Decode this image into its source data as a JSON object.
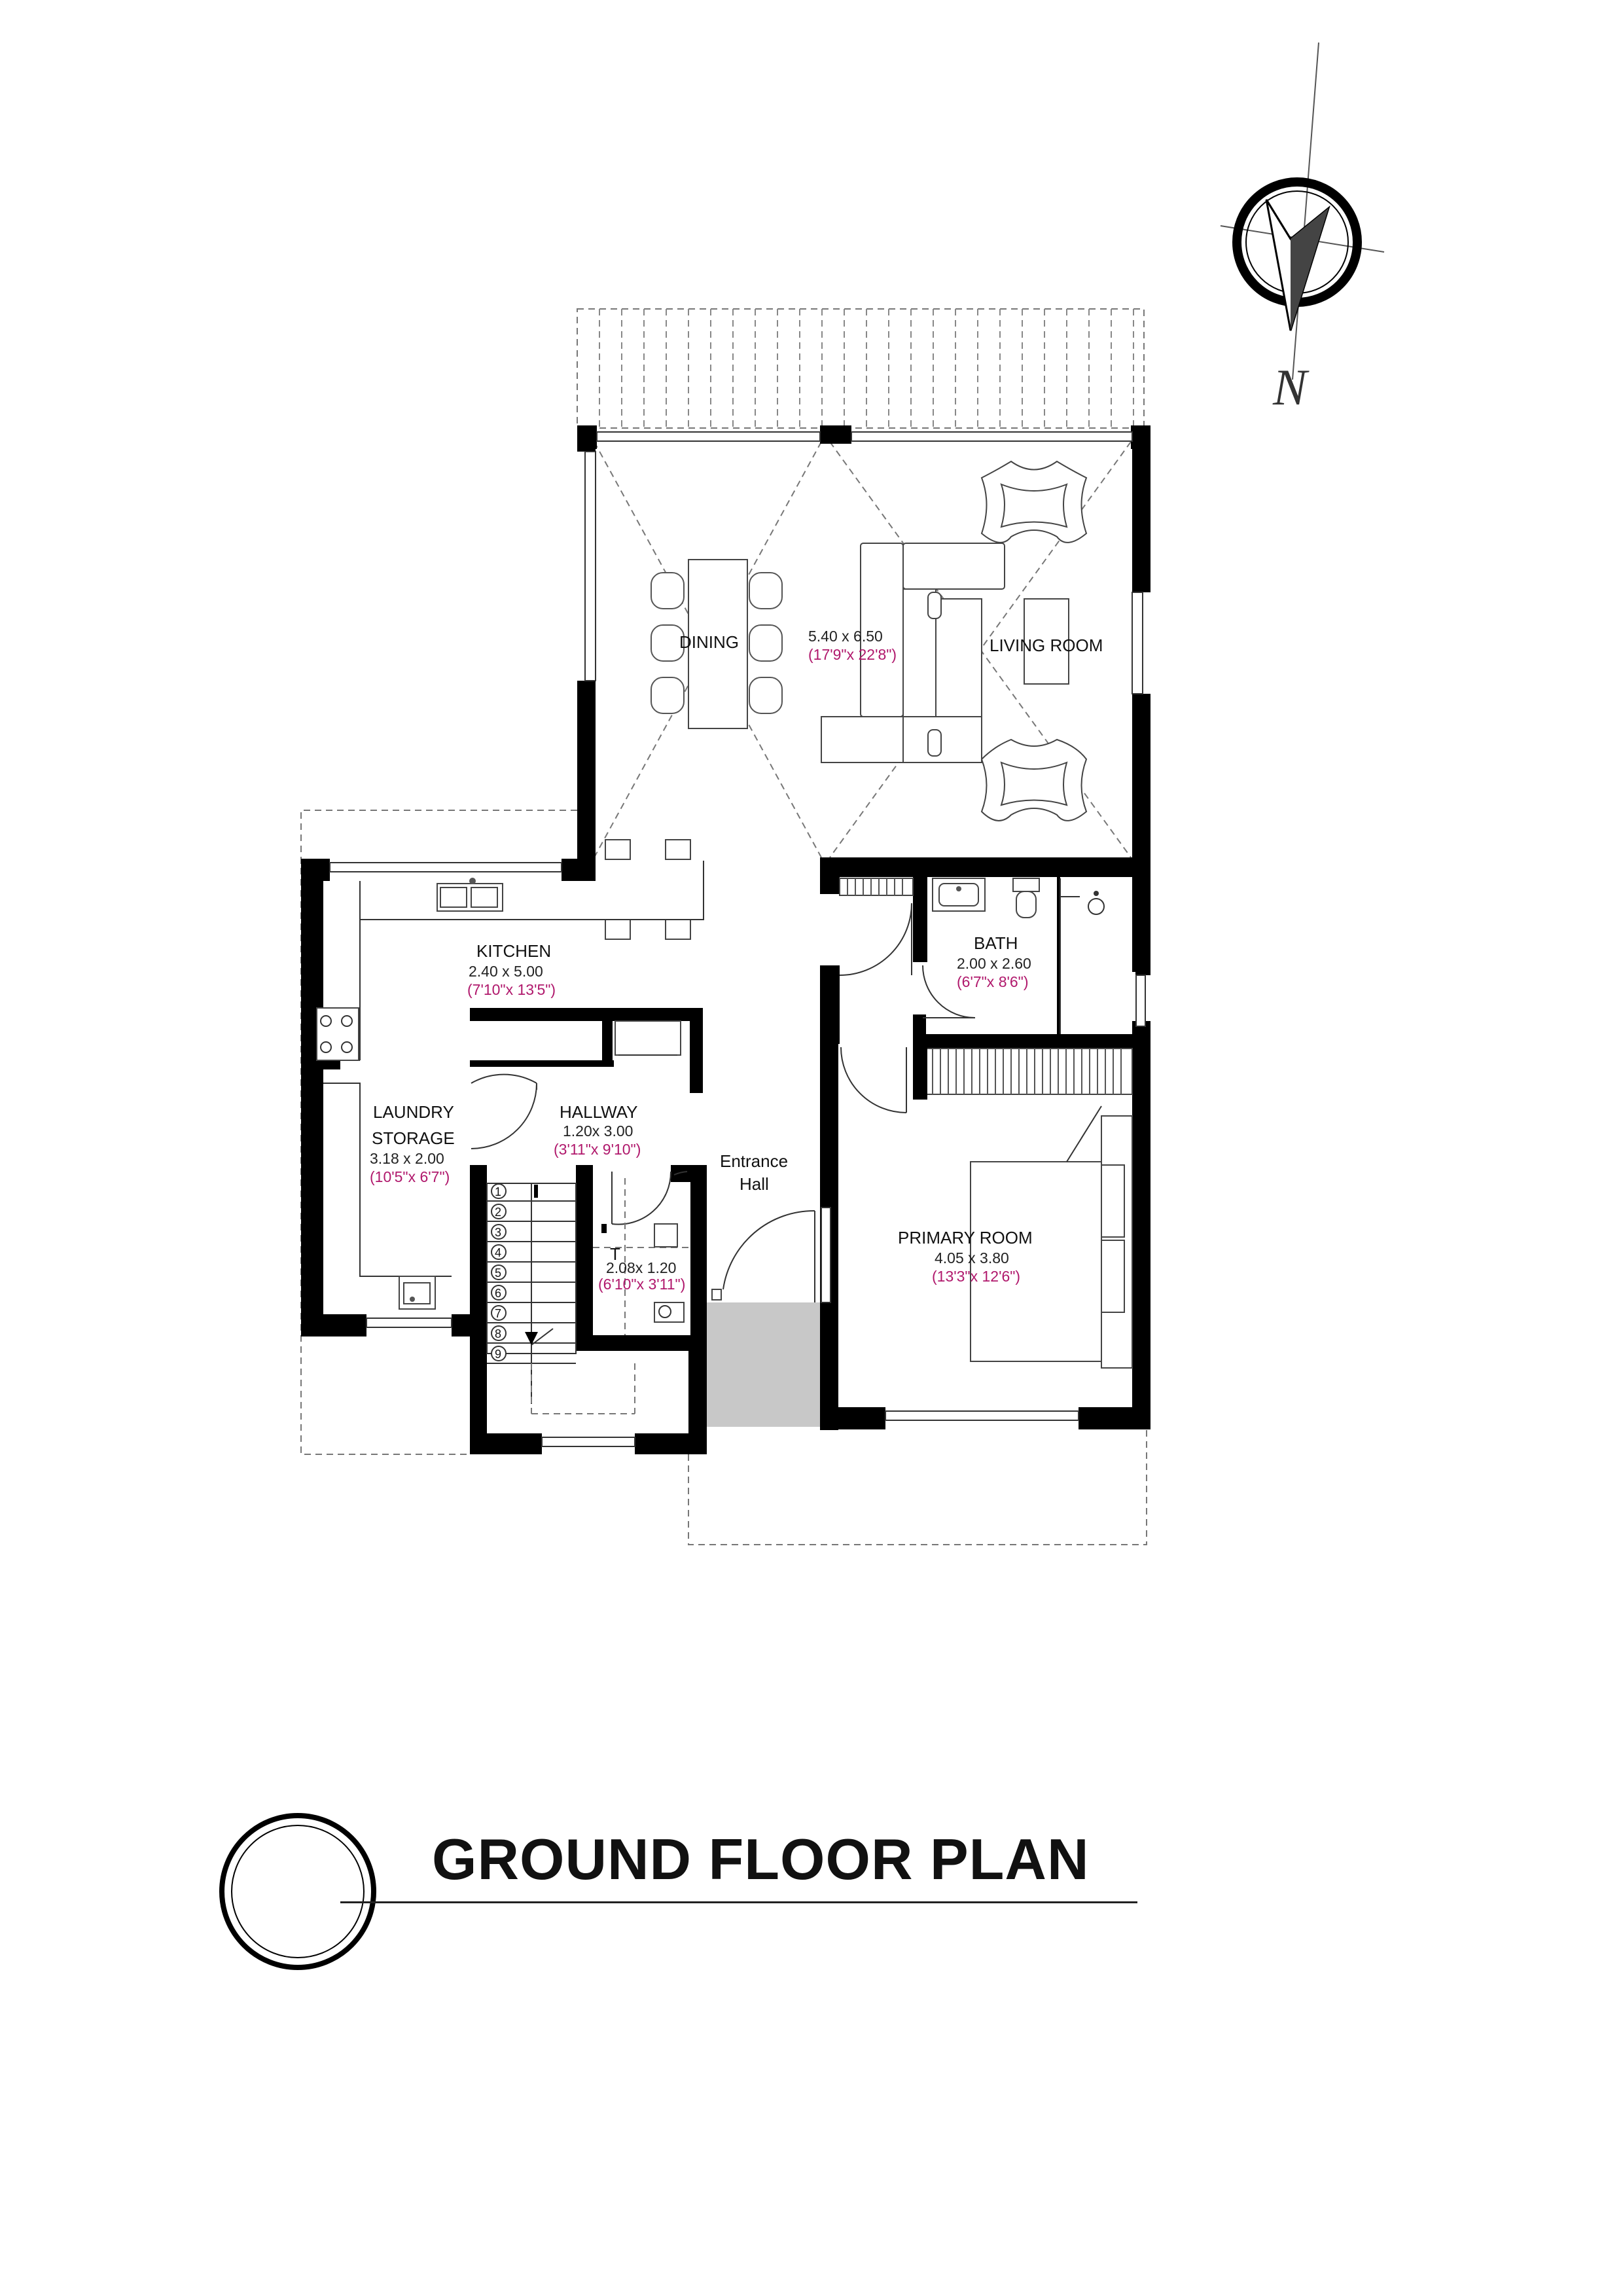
{
  "title": "GROUND FLOOR PLAN",
  "north_label": "N",
  "rooms": {
    "dining": {
      "name": "DINING"
    },
    "living": {
      "name": "LIVING ROOM",
      "dim_metric": "5.40 x 6.50",
      "dim_imperial": "(17'9\"x 22'8\")"
    },
    "kitchen": {
      "name": "KITCHEN",
      "dim_metric": "2.40 x 5.00",
      "dim_imperial": "(7'10\"x 13'5\")"
    },
    "bath": {
      "name": "BATH",
      "dim_metric": "2.00 x 2.60",
      "dim_imperial": "(6'7\"x 8'6\")"
    },
    "laundry": {
      "name_line1": "LAUNDRY",
      "name_line2": "STORAGE",
      "dim_metric": "3.18 x 2.00",
      "dim_imperial": "(10'5\"x 6'7\")"
    },
    "hallway": {
      "name": "HALLWAY",
      "dim_metric": "1.20x 3.00",
      "dim_imperial": "(3'11\"x 9'10\")"
    },
    "entrance": {
      "name_line1": "Entrance",
      "name_line2": "Hall"
    },
    "wc": {
      "name": "T",
      "dim_metric": "2.08x 1.20",
      "dim_imperial": "(6'10\"x 3'11\")"
    },
    "primary": {
      "name": "PRIMARY ROOM",
      "dim_metric": "4.05 x 3.80",
      "dim_imperial": "(13'3\"x 12'6\")"
    }
  },
  "stairs": {
    "steps": [
      "1",
      "2",
      "3",
      "4",
      "5",
      "6",
      "7",
      "8",
      "9"
    ]
  }
}
